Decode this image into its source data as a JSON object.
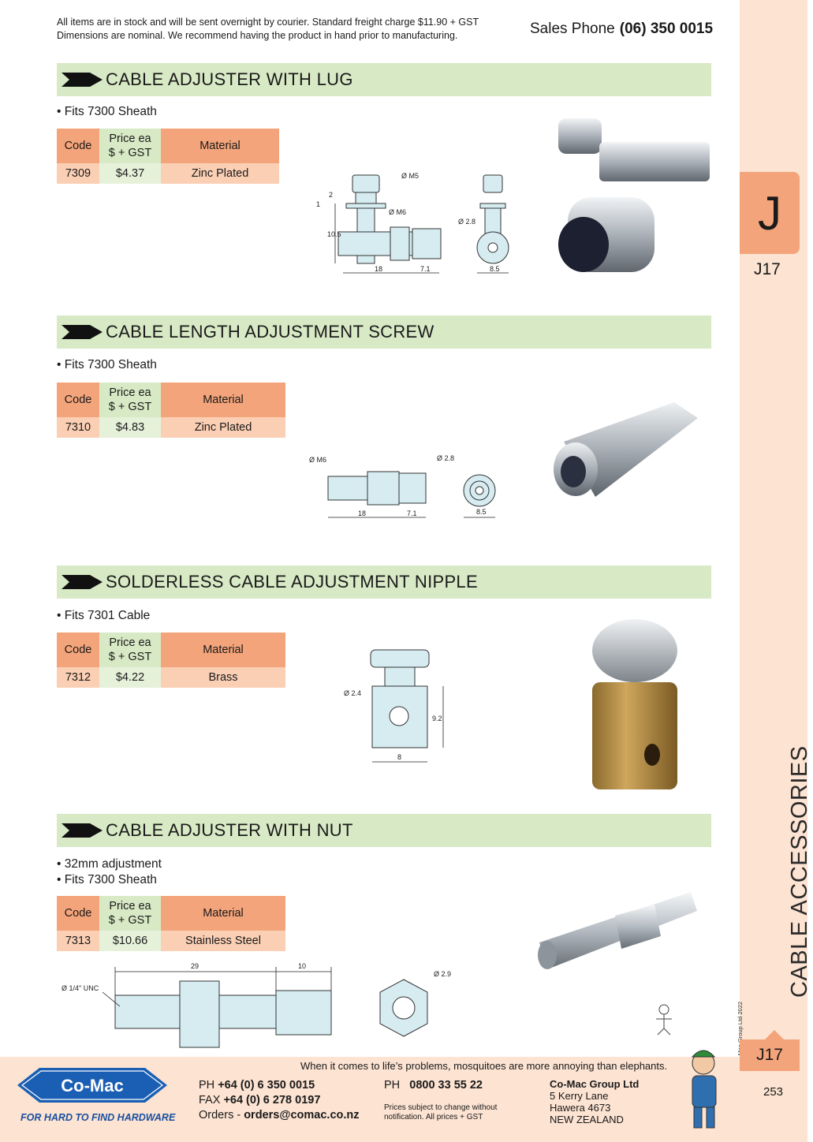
{
  "header": {
    "note_line1": "All items are in stock and will be sent overnight by courier. Standard freight charge $11.90 + GST",
    "note_line2": "Dimensions are nominal. We recommend having the product in hand prior to manufacturing.",
    "sales_label": "Sales Phone",
    "sales_phone": "(06) 350 0015"
  },
  "sidebar": {
    "letter": "J",
    "page_code": "J17",
    "category": "CABLE ACCESSORIES",
    "copyright": "© Co-Mac Group Ltd 2022",
    "page_number": "253"
  },
  "table_headers": {
    "code": "Code",
    "price_line1": "Price ea",
    "price_line2": "$ + GST",
    "material": "Material"
  },
  "sections": [
    {
      "title": "CABLE ADJUSTER WITH LUG",
      "bullets": [
        "• Fits 7300 Sheath"
      ],
      "rows": [
        {
          "code": "7309",
          "price": "$4.37",
          "material": "Zinc Plated"
        }
      ],
      "dims": {
        "m5": "Ø M5",
        "m6": "Ø M6",
        "d28": "Ø 2.8",
        "h2": "2",
        "h1": "1",
        "h105": "10.5",
        "l18": "18",
        "l71": "7.1",
        "w85": "8.5"
      }
    },
    {
      "title": "CABLE LENGTH ADJUSTMENT SCREW",
      "bullets": [
        "• Fits 7300 Sheath"
      ],
      "rows": [
        {
          "code": "7310",
          "price": "$4.83",
          "material": "Zinc Plated"
        }
      ],
      "dims": {
        "m6": "Ø M6",
        "d28": "Ø 2.8",
        "l18": "18",
        "l71": "7.1",
        "w85": "8.5"
      }
    },
    {
      "title": "SOLDERLESS CABLE ADJUSTMENT NIPPLE",
      "bullets": [
        "• Fits 7301 Cable"
      ],
      "rows": [
        {
          "code": "7312",
          "price": "$4.22",
          "material": "Brass"
        }
      ],
      "dims": {
        "d24": "Ø 2.4",
        "h92": "9.2",
        "w8": "8"
      }
    },
    {
      "title": "CABLE ADJUSTER WITH NUT",
      "bullets": [
        "• 32mm adjustment",
        "• Fits 7300 Sheath"
      ],
      "rows": [
        {
          "code": "7313",
          "price": "$10.66",
          "material": "Stainless Steel"
        }
      ],
      "dims": {
        "unc": "Ø 1/4\" UNC",
        "l29": "29",
        "l10": "10",
        "d29": "Ø 2.9"
      }
    }
  ],
  "footer": {
    "quote": "When it comes to life’s problems, mosquitoes are more annoying than elephants.",
    "logo_text": "Co-Mac",
    "tagline": "FOR HARD TO FIND HARDWARE",
    "ph_label": "PH",
    "ph": "+64 (0) 6 350 0015",
    "fax_label": "FAX",
    "fax": "+64 (0) 6 278 0197",
    "orders_label": "Orders -",
    "orders": "orders@comac.co.nz",
    "ph2_label": "PH",
    "ph2": "0800 33 55 22",
    "note": "Prices subject to change without notification. All prices + GST",
    "company": "Co-Mac Group Ltd",
    "addr1": "5 Kerry Lane",
    "addr2": "Hawera 4673",
    "addr3": "NEW ZEALAND"
  },
  "colors": {
    "orange": "#f4a47a",
    "light_orange": "#fbcfb4",
    "green": "#d8e9c5",
    "light_green": "#e6f1da",
    "sidebar": "#fce3d2",
    "drawing_fill": "#d6ecf0",
    "logo_blue": "#1a5fb4"
  }
}
